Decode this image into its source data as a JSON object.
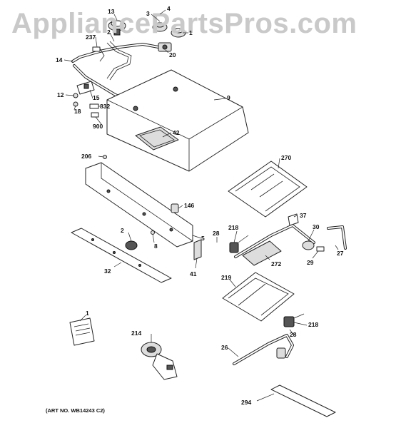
{
  "watermark": "AppliancePartsPros.com",
  "art_number": "(ART NO. WB14243 C2)",
  "callouts": {
    "c13": "13",
    "c3": "3",
    "c4": "4",
    "c237": "237",
    "c2a": "2",
    "c1a": "1",
    "c20": "20",
    "c14": "14",
    "c9": "9",
    "c12": "12",
    "c15": "15",
    "c18": "18",
    "c832": "832",
    "c900": "900",
    "c42": "42",
    "c206": "206",
    "c270": "270",
    "c146": "146",
    "c37": "37",
    "c218a": "218",
    "c28a": "28",
    "c30": "30",
    "c2b": "2",
    "c8": "8",
    "c5": "5",
    "c27": "27",
    "c29": "29",
    "c272": "272",
    "c32": "32",
    "c41": "41",
    "c219": "219",
    "c1b": "1",
    "c214": "214",
    "c218b": "218",
    "c28b": "28",
    "c26": "26",
    "c294": "294"
  }
}
